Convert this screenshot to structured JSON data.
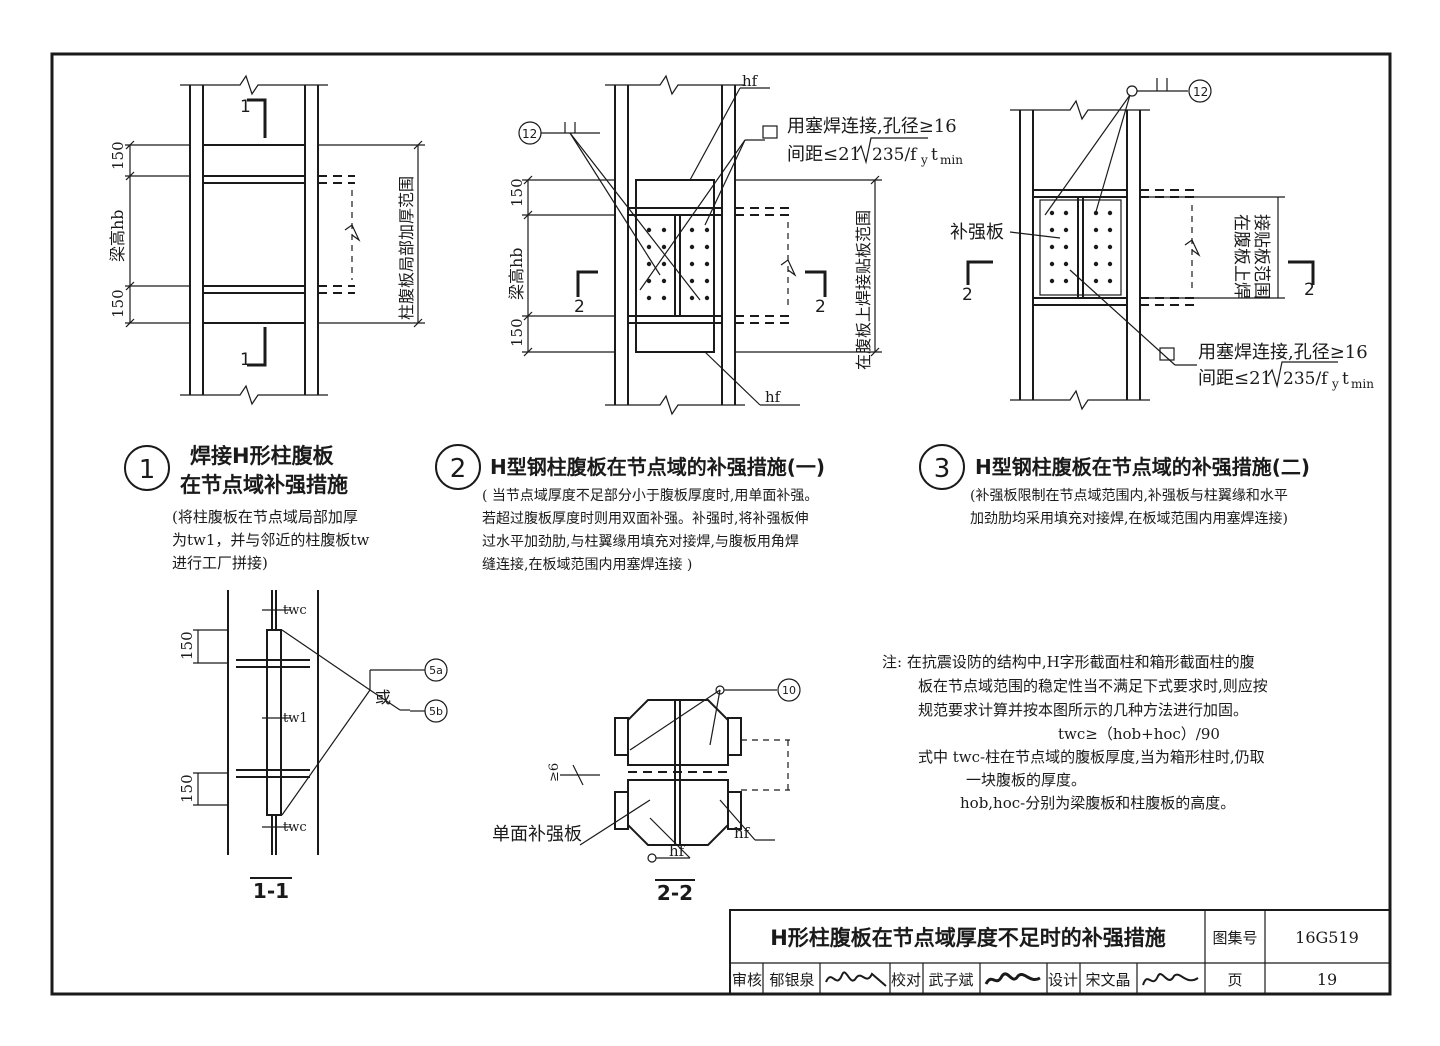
{
  "detail1": {
    "number": "1",
    "title_line1": "焊接H形柱腹板",
    "title_line2": "在节点域补强措施",
    "note_line1": "(将柱腹板在节点域局部加厚",
    "note_line2": "为tw1，并与邻近的柱腹板tw",
    "note_line3": "进行工厂拼接)",
    "dim_150_top": "150",
    "dim_150_bottom": "150",
    "label_beam_height": "梁高hb",
    "label_range": "柱腹板局部加厚范围",
    "section_mark": "1",
    "section_mark_bottom": "1"
  },
  "detail2": {
    "number": "2",
    "title": "H型钢柱腹板在节点域的补强措施(一)",
    "note_line1": "( 当节点域厚度不足部分小于腹板厚度时,用单面补强。",
    "note_line2": "若超过腹板厚度时则用双面补强。补强时,将补强板伸",
    "note_line3": "过水平加劲肋,与柱翼缘用填充对接焊,与腹板用角焊",
    "note_line4": "缝连接,在板域范围内用塞焊连接 )",
    "weld_text1": "用塞焊连接,孔径≥16",
    "weld_text2_prefix": "间距≤21",
    "weld_text2_root": "235/f",
    "weld_text2_sub1": "y",
    "weld_text2_t": "t",
    "weld_text2_sub2": "min",
    "label_hf_top": "hf",
    "label_hf_bottom": "hf",
    "ref_mark": "12",
    "dim_150_top": "150",
    "dim_150_bottom": "150",
    "label_beam_height": "梁高hb",
    "label_range": "在腹板上焊接贴板范围",
    "section_mark": "2",
    "section_mark_right": "2"
  },
  "detail3": {
    "number": "3",
    "title": "H型钢柱腹板在节点域的补强措施(二)",
    "note_line1": "(补强板限制在节点域范围内,补强板与柱翼缘和水平",
    "note_line2": "加劲肋均采用填充对接焊,在板域范围内用塞焊连接)",
    "label_plate": "补强板",
    "label_range_line1": "在腹板上焊",
    "label_range_line2": "接贴板范围",
    "weld_text1": "用塞焊连接,孔径≥16",
    "weld_text2_prefix": "间距≤21",
    "weld_text2_root": "235/f",
    "weld_text2_sub1": "y",
    "weld_text2_t": "t",
    "weld_text2_sub2": "min",
    "ref_mark": "12",
    "section_mark": "2",
    "section_mark_right": "2"
  },
  "section11": {
    "title": "1-1",
    "dim_150_top": "150",
    "dim_150_bottom": "150",
    "label_twc_top": "twc",
    "label_tw1": "tw1",
    "label_twc_bottom": "twc",
    "label_or": "或",
    "ref_a": "5a",
    "ref_b": "5b"
  },
  "section22": {
    "title": "2-2",
    "label_plate": "单面补强板",
    "label_hf_right": "hf",
    "label_hf_bottom": "hf",
    "label_weld_size": "≥6",
    "ref_mark": "10"
  },
  "note": {
    "line1": "注:  在抗震设防的结构中,H字形截面柱和箱形截面柱的腹",
    "line2": "板在节点域范围的稳定性当不满足下式要求时,则应按",
    "line3": "规范要求计算并按本图所示的几种方法进行加固。",
    "formula": "twc≥（hob+hoc）/90",
    "line4": "式中  twc-柱在节点域的腹板厚度,当为箱形柱时,仍取",
    "line5": "一块腹板的厚度。",
    "line6": "hob,hoc-分别为梁腹板和柱腹板的高度。"
  },
  "title_block": {
    "title": "H形柱腹板在节点域厚度不足时的补强措施",
    "atlas_label": "图集号",
    "atlas_no": "16G519",
    "review_label": "审核",
    "reviewer": "郁银泉",
    "reviewer_sig": "郁银泉",
    "check_label": "校对",
    "checker": "武子斌",
    "checker_sig": "武子斌",
    "design_label": "设计",
    "designer": "宋文晶",
    "designer_sig": "宋文晶",
    "page_label": "页",
    "page_no": "19"
  }
}
